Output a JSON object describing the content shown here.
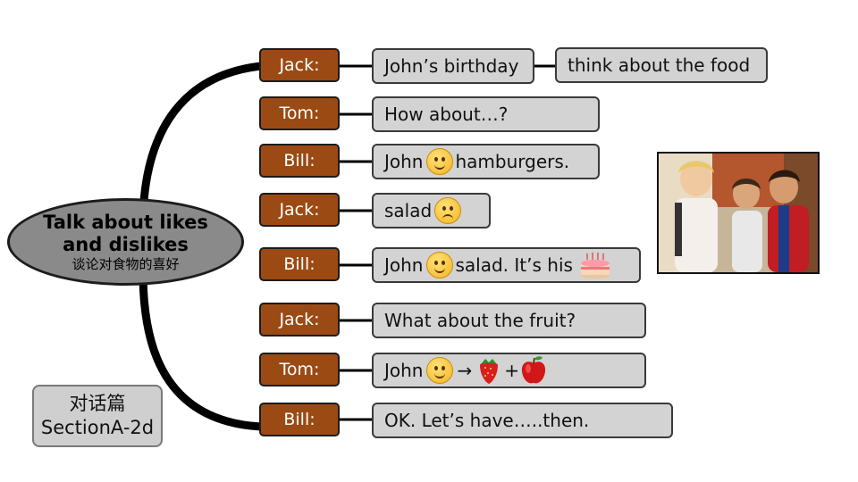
{
  "center": {
    "title_line1": "Talk about likes",
    "title_line2": "and dislikes",
    "subtitle": "谈论对食物的喜好"
  },
  "tag": {
    "line1": "对话篇",
    "line2": "SectionA-2d"
  },
  "rows": [
    {
      "speaker": "Jack:",
      "text": "John’s birthday",
      "extra": "think about the food"
    },
    {
      "speaker": "Tom:",
      "text": "How about…?"
    },
    {
      "speaker": "Bill:",
      "before": "John",
      "after": "hamburgers."
    },
    {
      "speaker": "Jack:",
      "before": "salad"
    },
    {
      "speaker": "Bill:",
      "before": "John",
      "after": "salad. It’s his"
    },
    {
      "speaker": "Jack:",
      "text": "What about the fruit?"
    },
    {
      "speaker": "Tom:",
      "before": "John",
      "arrow": "→",
      "plus": "+"
    },
    {
      "speaker": "Bill:",
      "text": "OK. Let’s have…..then."
    }
  ],
  "icons": {
    "happy": "smiling-face-icon",
    "sad": "worried-face-icon",
    "cake": "birthday-cake-icon",
    "strawberry": "strawberry-icon",
    "apple": "apple-icon",
    "photo": "three-boys-photo"
  },
  "colors": {
    "speaker_fill": "#9b4a14",
    "bubble_fill": "#d3d3d3",
    "center_fill": "#8a8a8a"
  }
}
